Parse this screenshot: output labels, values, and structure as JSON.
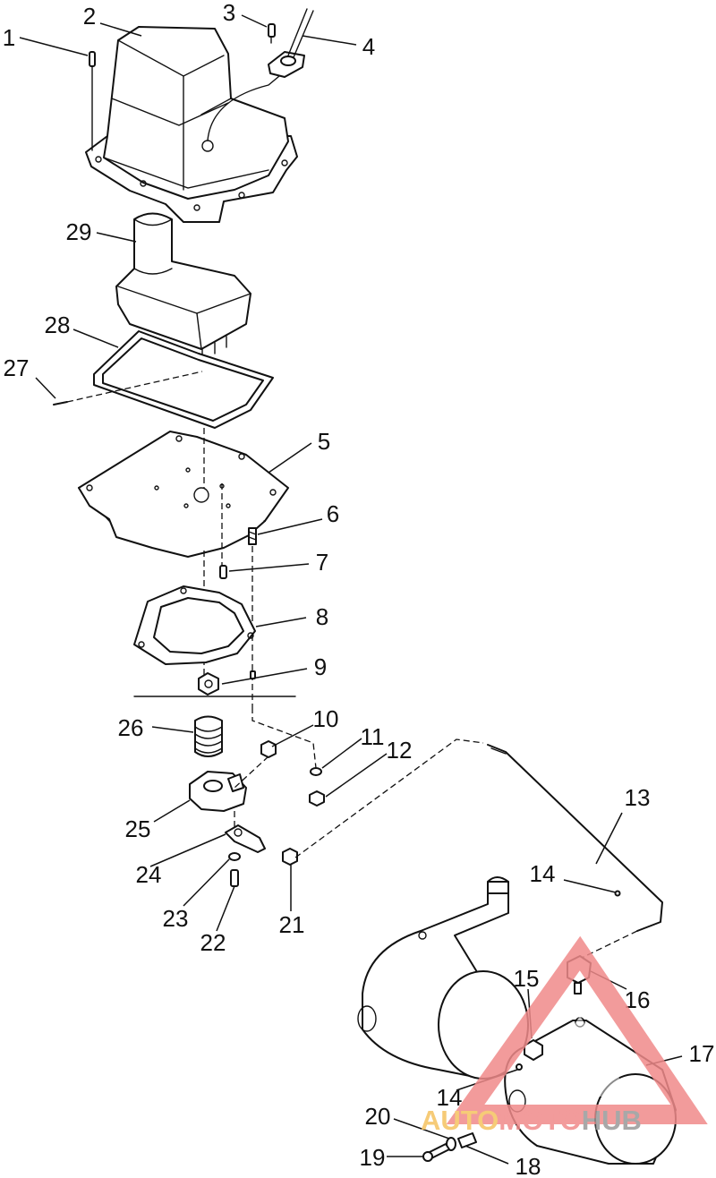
{
  "callouts": {
    "c1": "1",
    "c2": "2",
    "c3": "3",
    "c4": "4",
    "c5": "5",
    "c6": "6",
    "c7": "7",
    "c8": "8",
    "c9": "9",
    "c10": "10",
    "c11": "11",
    "c12": "12",
    "c13": "13",
    "c14a": "14",
    "c14b": "14",
    "c15": "15",
    "c16": "16",
    "c17": "17",
    "c18": "18",
    "c19": "19",
    "c20": "20",
    "c21": "21",
    "c22": "22",
    "c23": "23",
    "c24": "24",
    "c25": "25",
    "c26": "26",
    "c27": "27",
    "c28": "28",
    "c29": "29"
  },
  "watermark": {
    "part1": "AUTO",
    "part2": "MOTO",
    "part3": "HUB",
    "color_primary": "#f08a8a",
    "color_accent": "#f5c260",
    "color_dark": "#9a9a9a"
  }
}
